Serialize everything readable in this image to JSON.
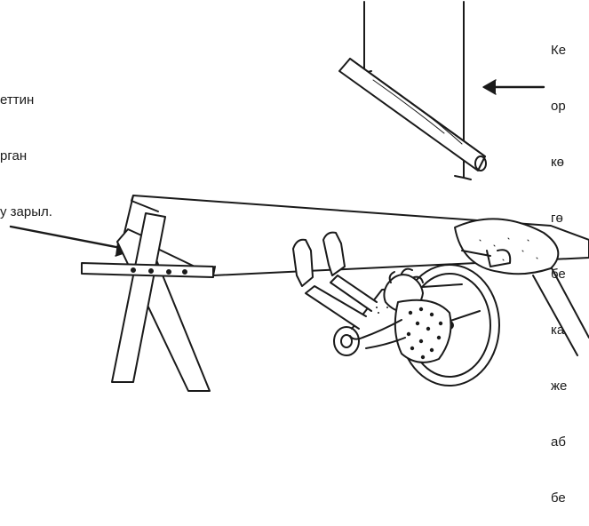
{
  "caption_left": {
    "lines": [
      "еттин",
      "рган",
      "у зарыл."
    ]
  },
  "caption_right": {
    "lines": [
      "Ке",
      "ор",
      "кө",
      "гө",
      "бе",
      "ка",
      "же",
      "аб",
      "бе"
    ]
  },
  "colors": {
    "ink": "#1a1a1a",
    "background": "#ffffff"
  },
  "icons": {
    "arrow_left": "arrow-pointing-to-bench-icon",
    "arrow_right": "arrow-pointing-to-bar-icon"
  }
}
